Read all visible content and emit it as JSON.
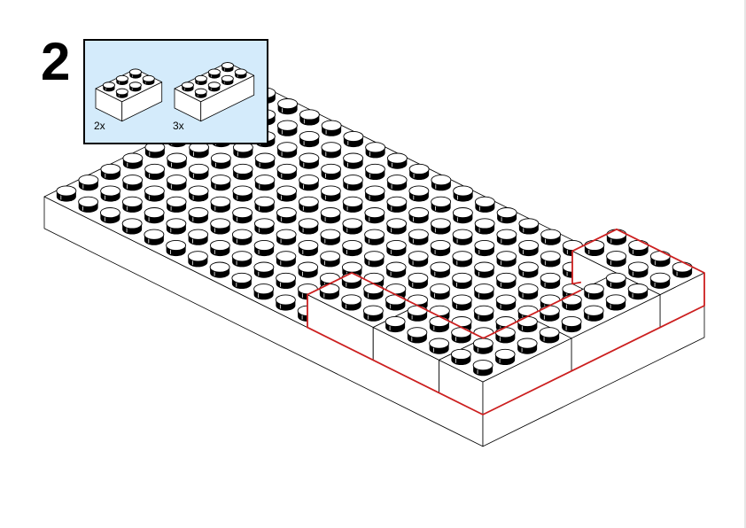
{
  "step": {
    "number": "2"
  },
  "parts_callout": {
    "items": [
      {
        "name": "brick-2x3",
        "count": "2x"
      },
      {
        "name": "brick-2x4",
        "count": "3x"
      }
    ]
  },
  "colors": {
    "callout_bg": "#d4ebfb",
    "highlight": "#cc1f1f",
    "stroke": "#000000",
    "part_fill": "#ffffff"
  }
}
